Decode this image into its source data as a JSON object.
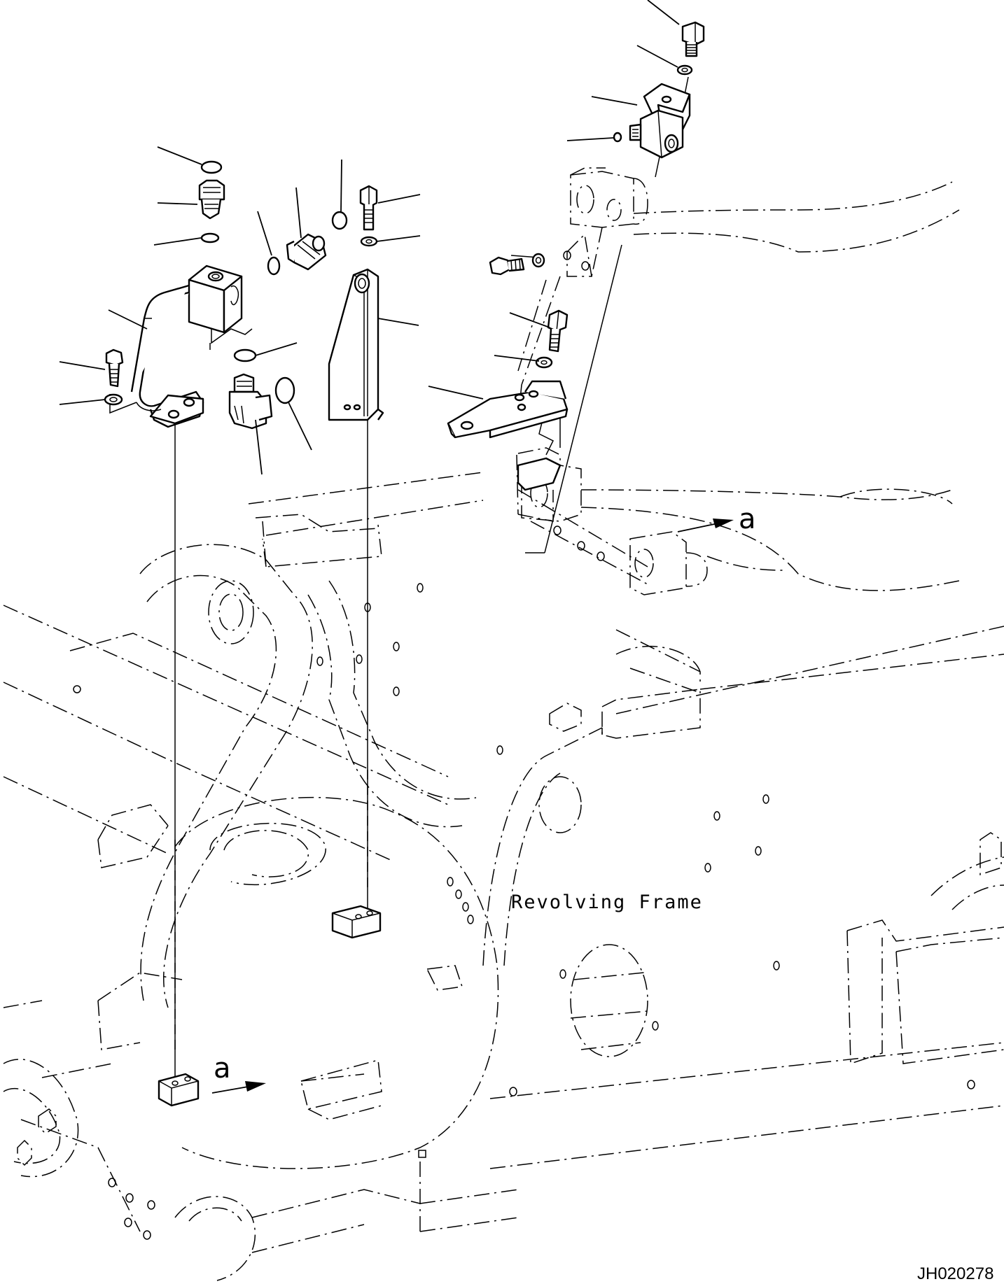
{
  "labels": {
    "frame": "Revolving Frame",
    "ref_upper": "a",
    "ref_lower": "a",
    "drawing_code": "JH020278"
  },
  "colors": {
    "ink": "#000000",
    "paper": "#ffffff"
  }
}
